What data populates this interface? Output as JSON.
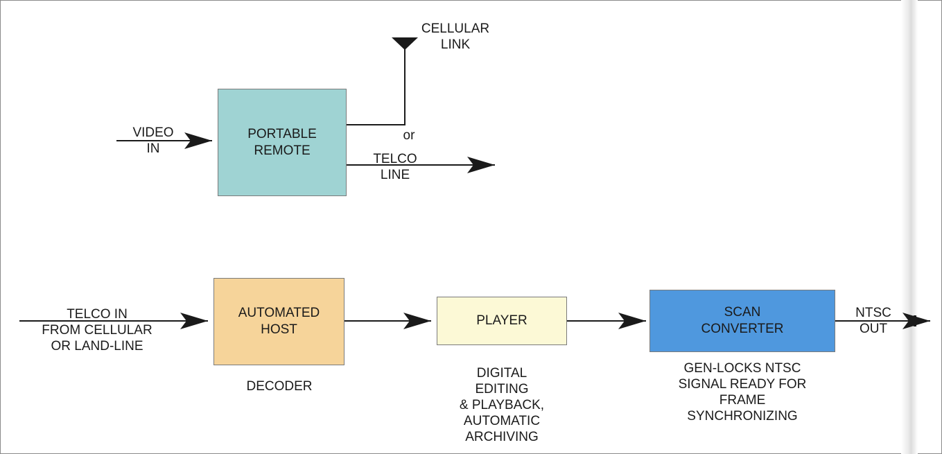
{
  "colors": {
    "portable": "#9fd3d3",
    "host": "#f6d49a",
    "player": "#fcf9d6",
    "scan": "#4f98de",
    "wire": "#1a1a1a"
  },
  "nodes": {
    "portable_remote": "PORTABLE\nREMOTE",
    "automated_host": "AUTOMATED\nHOST",
    "player": "PLAYER",
    "scan_converter": "SCAN\nCONVERTER"
  },
  "labels": {
    "video_in": "VIDEO\nIN",
    "cellular_link": "CELLULAR\nLINK",
    "or": "or",
    "telco_line": "TELCO\nLINE",
    "telco_in": "TELCO IN\nFROM CELLULAR\nOR LAND-LINE",
    "decoder": "DECODER",
    "player_desc": "DIGITAL\nEDITING\n& PLAYBACK,\nAUTOMATIC\nARCHIVING",
    "scan_desc": "GEN-LOCKS NTSC\nSIGNAL READY FOR\nFRAME\nSYNCHRONIZING",
    "ntsc_out": "NTSC\nOUT"
  }
}
